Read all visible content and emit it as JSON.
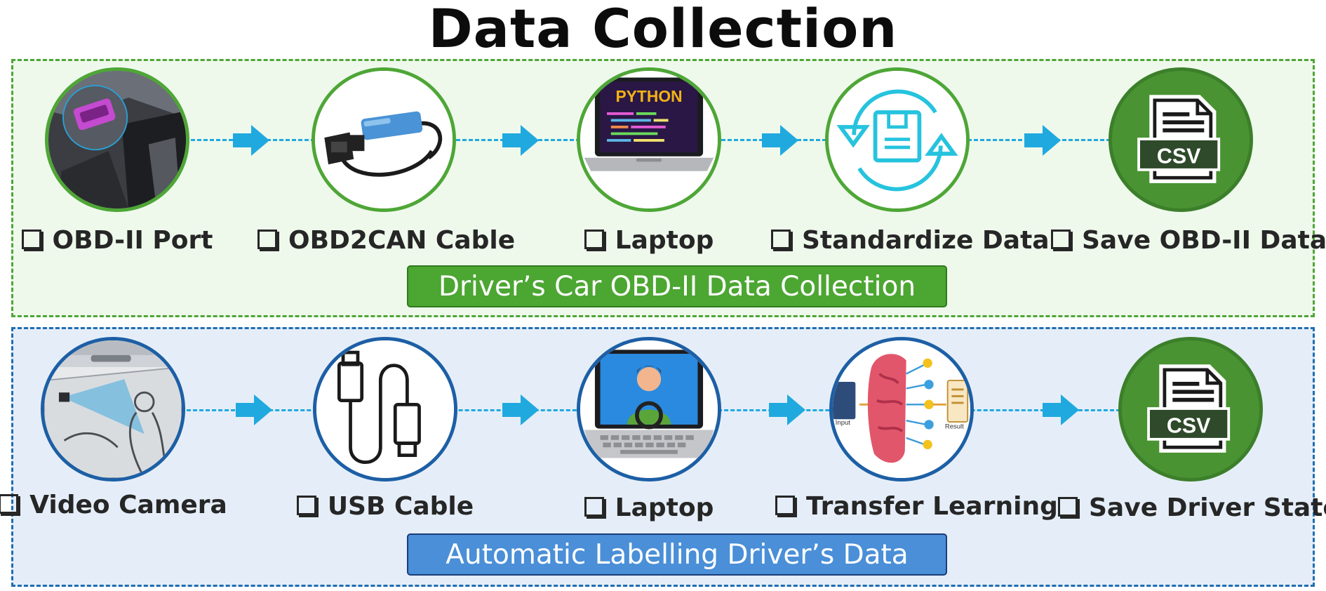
{
  "title": "Data Collection",
  "colors": {
    "green_border": "#4ea636",
    "blue_border": "#1f6db2",
    "arrow": "#20a9df",
    "green_fill": "#eef9ec",
    "blue_fill": "#e5eef8"
  },
  "top_section": {
    "banner": "Driver’s Car OBD-II Data Collection",
    "steps": [
      {
        "label": "OBD-II Port",
        "icon": "car-obd-port-icon"
      },
      {
        "label": "OBD2CAN Cable",
        "icon": "obd-cable-icon"
      },
      {
        "label": "Laptop",
        "icon": "python-laptop-icon",
        "screen_text": "PYTHON"
      },
      {
        "label": "Standardize Data",
        "icon": "standardize-cycle-icon"
      },
      {
        "label": "Save OBD-II Data",
        "icon": "csv-file-icon",
        "file_text": "CSV"
      }
    ]
  },
  "bottom_section": {
    "banner": "Automatic Labelling Driver’s Data",
    "steps": [
      {
        "label": "Video Camera",
        "icon": "in-car-camera-icon"
      },
      {
        "label": "USB Cable",
        "icon": "usb-cable-icon"
      },
      {
        "label": "Laptop",
        "icon": "driver-laptop-icon"
      },
      {
        "label": "Transfer Learning",
        "icon": "brain-network-icon",
        "left_text": "Input",
        "right_text": "Result"
      },
      {
        "label": "Save Driver State",
        "icon": "csv-file-icon",
        "file_text": "CSV"
      }
    ]
  }
}
